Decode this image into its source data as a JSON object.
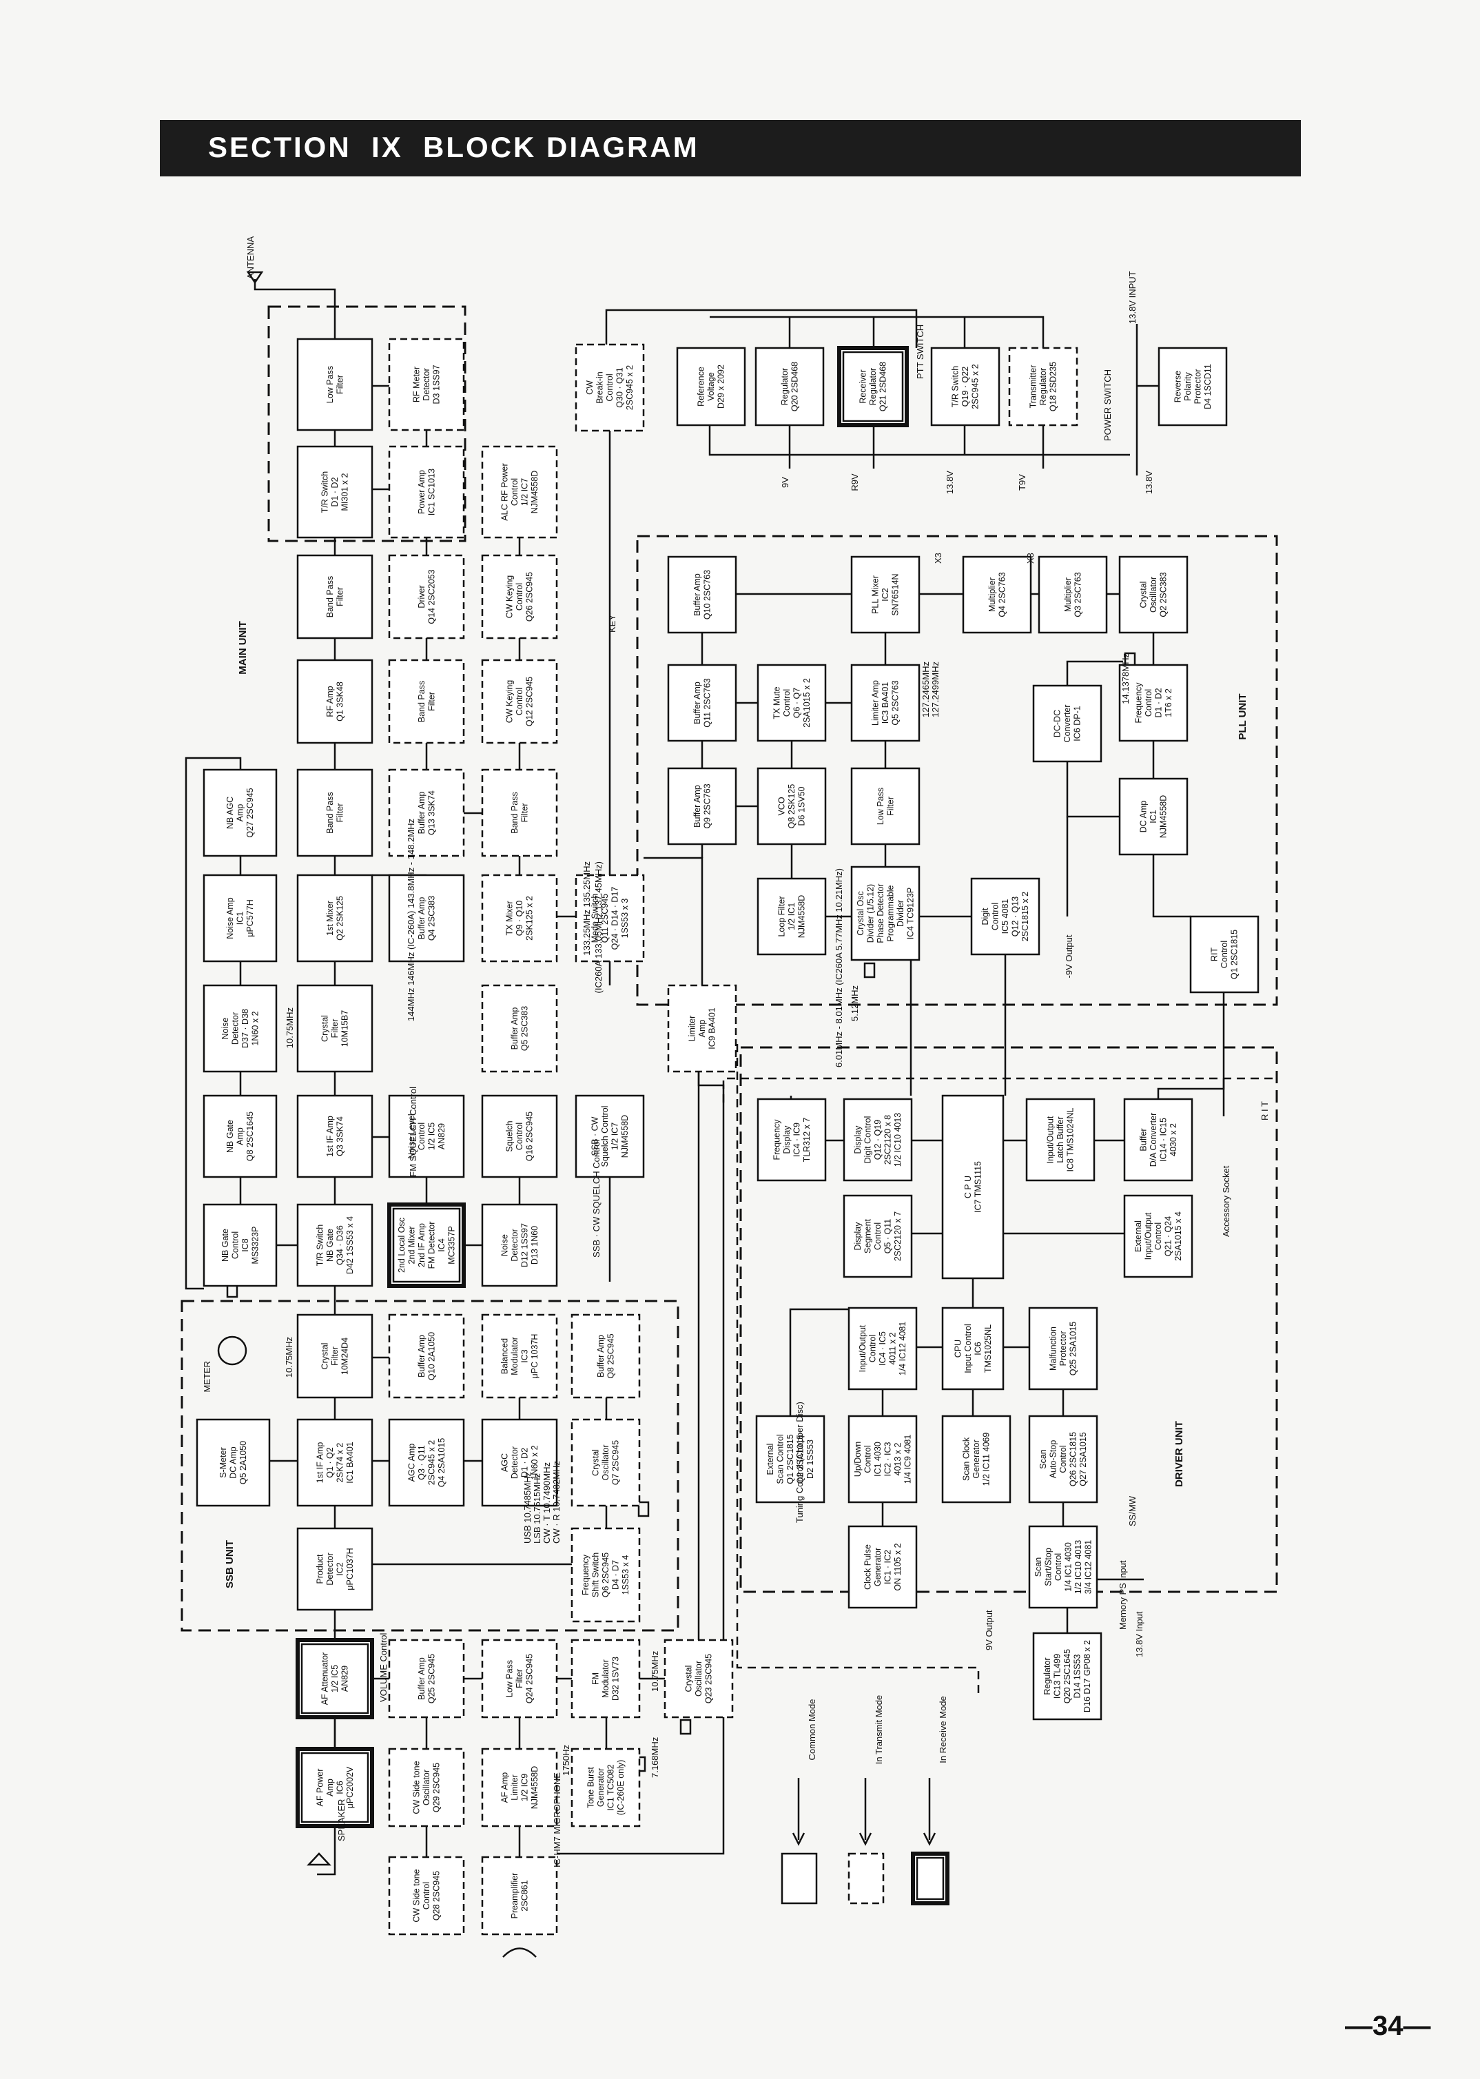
{
  "header": {
    "title": "SECTION  IX  BLOCK DIAGRAM"
  },
  "page_number": "—34—",
  "units": [
    {
      "id": "main",
      "label": "MAIN UNIT"
    },
    {
      "id": "ssb",
      "label": "SSB UNIT"
    },
    {
      "id": "pll",
      "label": "PLL UNIT"
    },
    {
      "id": "driver",
      "label": "DRIVER UNIT"
    }
  ],
  "blocks": [
    {
      "id": "lpf",
      "lines": [
        "Low Pass",
        "Filter"
      ]
    },
    {
      "id": "rfmeter",
      "lines": [
        "RF Meter",
        "Detector",
        "D3 1SS97"
      ]
    },
    {
      "id": "trsw",
      "lines": [
        "T/R Switch",
        "D1 · D2",
        "MI301 x 2"
      ]
    },
    {
      "id": "pwramp",
      "lines": [
        "Power Amp",
        "IC1 SC1013"
      ]
    },
    {
      "id": "alc",
      "lines": [
        "ALC RF Power",
        "Control",
        "1/2 IC7",
        "NJM4558D"
      ]
    },
    {
      "id": "cwbreak",
      "lines": [
        "CW",
        "Break-in",
        "Control",
        "Q30 · Q31",
        "2SC945 x 2"
      ]
    },
    {
      "id": "refv",
      "lines": [
        "Reference",
        "Voltage",
        "D29 x 2092"
      ]
    },
    {
      "id": "reg9",
      "lines": [
        "Regulator",
        "Q20 2SD468"
      ]
    },
    {
      "id": "rxreg",
      "lines": [
        "Receiver",
        "Regulator",
        "Q21 2SD468"
      ]
    },
    {
      "id": "trsw2",
      "lines": [
        "T/R Switch",
        "Q19 · Q22",
        "2SC945 x 2"
      ]
    },
    {
      "id": "txreg",
      "lines": [
        "Transmitter",
        "Regulator",
        "Q18 2SD235"
      ]
    },
    {
      "id": "revpol",
      "lines": [
        "Reverse",
        "Polarity",
        "Protector",
        "D4 1SCD11"
      ]
    },
    {
      "id": "bpf1",
      "lines": [
        "Band Pass",
        "Filter"
      ]
    },
    {
      "id": "driver",
      "lines": [
        "Driver",
        "Q14 2SC2053"
      ]
    },
    {
      "id": "cwkey1",
      "lines": [
        "CW Keying",
        "Control",
        "Q26 2SC945"
      ]
    },
    {
      "id": "rfamp",
      "lines": [
        "RF Amp",
        "Q1 3SK48"
      ]
    },
    {
      "id": "bpf2",
      "lines": [
        "Band Pass",
        "Filter"
      ]
    },
    {
      "id": "cwkey2",
      "lines": [
        "CW Keying",
        "Control",
        "Q12 2SC945"
      ]
    },
    {
      "id": "nbagc",
      "lines": [
        "NB AGC",
        "Amp",
        "Q27 2SC945"
      ]
    },
    {
      "id": "bpf3",
      "lines": [
        "Band Pass",
        "Filter"
      ]
    },
    {
      "id": "bufamp13",
      "lines": [
        "Buffer Amp",
        "Q13 3SK74"
      ]
    },
    {
      "id": "bpf4",
      "lines": [
        "Band Pass",
        "Filter"
      ]
    },
    {
      "id": "noiseamp",
      "lines": [
        "Noise Amp",
        "IC1",
        "μPC577H"
      ]
    },
    {
      "id": "mixer1",
      "lines": [
        "1st Mixer",
        "Q2 2SK125"
      ]
    },
    {
      "id": "bufamp4",
      "lines": [
        "Buffer Amp",
        "Q4 2SC383"
      ]
    },
    {
      "id": "txmixer",
      "lines": [
        "TX Mixer",
        "Q9 · Q10",
        "2SK125 x 2"
      ]
    },
    {
      "id": "modesw",
      "lines": [
        "Mode Switch",
        "Q11 2SC945",
        "Q24 · D14 · D17",
        "1SS53 x 3"
      ]
    },
    {
      "id": "noisedet",
      "lines": [
        "Noise",
        "Detector",
        "D37 · D38",
        "1N60 x 2"
      ]
    },
    {
      "id": "xtal1",
      "lines": [
        "Crystal",
        "Filter",
        "10M15B7"
      ]
    },
    {
      "id": "bufamp5",
      "lines": [
        "Buffer Amp",
        "Q5 2SC383"
      ]
    },
    {
      "id": "limamp9",
      "lines": [
        "Limiter",
        "Amp",
        "IC9 BA401"
      ]
    },
    {
      "id": "nbgateamp",
      "lines": [
        "NB Gate",
        "Amp",
        "Q8 2SC1645"
      ]
    },
    {
      "id": "if1",
      "lines": [
        "1st IF Amp",
        "Q3 3SK74"
      ]
    },
    {
      "id": "noiselvl",
      "lines": [
        "Noise Level",
        "Control",
        "1/2 IC5",
        "AN829"
      ]
    },
    {
      "id": "squelch",
      "lines": [
        "Squelch",
        "Control",
        "Q16 2SC945"
      ]
    },
    {
      "id": "ssbcw",
      "lines": [
        "SSB · CW",
        "Squelch Control",
        "1/2 IC7",
        "NJM4558D"
      ]
    },
    {
      "id": "nbgatectl",
      "lines": [
        "NB Gate",
        "Control",
        "IC8",
        "MS3323P"
      ]
    },
    {
      "id": "trswnb",
      "lines": [
        "T/R Switch",
        "NB Gate",
        "Q34 · D36",
        "D42 1SS53 x 4"
      ]
    },
    {
      "id": "lo2",
      "lines": [
        "2nd Local Osc",
        "2nd Mixer",
        "2nd IF Amp",
        "FM Detector",
        "IC4",
        "MC3357P"
      ]
    },
    {
      "id": "noisedet2",
      "lines": [
        "Noise",
        "Detector",
        "D12 1SS97",
        "D13 1N60"
      ]
    },
    {
      "id": "xtal2",
      "lines": [
        "Crystal",
        "Filter",
        "10M24D4"
      ]
    },
    {
      "id": "bufamp10",
      "lines": [
        "Buffer Amp",
        "Q10 2A1050"
      ]
    },
    {
      "id": "balmod",
      "lines": [
        "Balanced",
        "Modulator",
        "IC3",
        "μPC 1037H"
      ]
    },
    {
      "id": "bufamp8",
      "lines": [
        "Buffer Amp",
        "Q8 2SC945"
      ]
    },
    {
      "id": "smeter",
      "lines": [
        "S-Meter",
        "DC Amp",
        "Q5 2A1050"
      ]
    },
    {
      "id": "if1ssb",
      "lines": [
        "1st IF Amp",
        "Q1 · Q2",
        "2SK74 x 2",
        "IC1 BA401"
      ]
    },
    {
      "id": "agcamp",
      "lines": [
        "AGC Amp",
        "Q3 · Q11",
        "2SC945 x 2",
        "Q4 2SA1015"
      ]
    },
    {
      "id": "agcdet",
      "lines": [
        "AGC",
        "Detector",
        "D1 · D2",
        "1N60 x 2"
      ]
    },
    {
      "id": "xosc7",
      "lines": [
        "Crystal",
        "Oscillator",
        "Q7 2SC945"
      ]
    },
    {
      "id": "proddet",
      "lines": [
        "Product",
        "Detector",
        "IC2",
        "μPC1037H"
      ]
    },
    {
      "id": "fshift",
      "lines": [
        "Frequency",
        "Shift Switch",
        "Q6 2SC945",
        "D4 · D7",
        "1SS53 x 4"
      ]
    },
    {
      "id": "afatt",
      "lines": [
        "AF Attenuator",
        "1/2 IC5",
        "AN829"
      ]
    },
    {
      "id": "bufamp25",
      "lines": [
        "Buffer Amp",
        "Q25 2SC945"
      ]
    },
    {
      "id": "lpf2",
      "lines": [
        "Low Pass",
        "Filter",
        "Q24 2SC945"
      ]
    },
    {
      "id": "fmmod",
      "lines": [
        "FM",
        "Modulator",
        "D32 1SV73"
      ]
    },
    {
      "id": "xosc23",
      "lines": [
        "Crystal",
        "Oscillator",
        "Q23 2SC945"
      ]
    },
    {
      "id": "afpwr",
      "lines": [
        "AF Power",
        "Amp",
        "IC6",
        "μPC2002V"
      ]
    },
    {
      "id": "cwside",
      "lines": [
        "CW Side tone",
        "Oscillator",
        "Q29 2SC945"
      ]
    },
    {
      "id": "aflim",
      "lines": [
        "AF Amp",
        "Limiter",
        "1/2 IC9",
        "NJM4558D"
      ]
    },
    {
      "id": "toneburst",
      "lines": [
        "Tone Burst",
        "Generator",
        "IC1 TC5082",
        "(IC-260E only)"
      ]
    },
    {
      "id": "cwsidectl",
      "lines": [
        "CW Side tone",
        "Control",
        "Q28 2SC945"
      ]
    },
    {
      "id": "preamp",
      "lines": [
        "Preamplifier",
        "2SC861"
      ]
    },
    {
      "id": "bufamp10p",
      "lines": [
        "Buffer Amp",
        "Q10 2SC763"
      ]
    },
    {
      "id": "pllmixer",
      "lines": [
        "PLL Mixer",
        "IC2",
        "SN76514N"
      ]
    },
    {
      "id": "mult4",
      "lines": [
        "Multiplier",
        "Q4 2SC763"
      ]
    },
    {
      "id": "mult3",
      "lines": [
        "Multiplier",
        "Q3 2SC763"
      ]
    },
    {
      "id": "xosc2",
      "lines": [
        "Crystal",
        "Oscillator",
        "Q2 2SC383"
      ]
    },
    {
      "id": "bufamp11",
      "lines": [
        "Buffer Amp",
        "Q11 2SC763"
      ]
    },
    {
      "id": "txmute",
      "lines": [
        "TX Mute",
        "Control",
        "Q6 · Q7",
        "2SA1015 x 2"
      ]
    },
    {
      "id": "limamp3",
      "lines": [
        "Limiter Amp",
        "IC3 BA401",
        "Q5 2SC763"
      ]
    },
    {
      "id": "dcconv",
      "lines": [
        "DC-DC",
        "Converter",
        "IC6 DP-1"
      ]
    },
    {
      "id": "freqctl",
      "lines": [
        "Frequency",
        "Control",
        "D1 · D2",
        "1T6 x 2"
      ]
    },
    {
      "id": "bufamp9",
      "lines": [
        "Buffer Amp",
        "Q9 2SC763"
      ]
    },
    {
      "id": "vco",
      "lines": [
        "VCO",
        "Q8 2SK125",
        "D6 1SV50"
      ]
    },
    {
      "id": "lpf3",
      "lines": [
        "Low Pass",
        "Filter"
      ]
    },
    {
      "id": "dcamp",
      "lines": [
        "DC Amp",
        "IC1",
        "NJM4558D"
      ]
    },
    {
      "id": "loopfilt",
      "lines": [
        "Loop Filter",
        "1/2 IC1",
        "NJM4558D"
      ]
    },
    {
      "id": "xoscdiv",
      "lines": [
        "Crystal Osc",
        "Divider (1/5.12)",
        "Phase Detector",
        "Programmable",
        "Divider",
        "IC4 TC9123P"
      ]
    },
    {
      "id": "digctl",
      "lines": [
        "Digit",
        "Control",
        "IC5 4081",
        "Q12 · Q13",
        "2SC1815 x 2"
      ]
    },
    {
      "id": "ritctl",
      "lines": [
        "RIT",
        "Control",
        "Q1 2SC1815"
      ]
    },
    {
      "id": "freqdisp",
      "lines": [
        "Frequency",
        "Display",
        "IC4 · IC9",
        "TLR312 x 7"
      ]
    },
    {
      "id": "dispdig",
      "lines": [
        "Display",
        "Digit Control",
        "Q12 · Q19",
        "2SC2120 x 8",
        "1/2 IC10 4013"
      ]
    },
    {
      "id": "cpu",
      "lines": [
        "C P U",
        "IC7 TMS1115"
      ]
    },
    {
      "id": "iolatch",
      "lines": [
        "Input/Output",
        "Latch Buffer",
        "IC8 TMS1024NL"
      ]
    },
    {
      "id": "dabuf",
      "lines": [
        "Buffer",
        "D/A Converter",
        "IC14 · IC15",
        "4030 x 2"
      ]
    },
    {
      "id": "dispseg",
      "lines": [
        "Display",
        "Segment",
        "Control",
        "Q5 · Q11",
        "2SC2120 x 7"
      ]
    },
    {
      "id": "extio",
      "lines": [
        "External",
        "Input/Output",
        "Control",
        "Q21 · Q24",
        "2SA1015 x 4"
      ]
    },
    {
      "id": "ioctl",
      "lines": [
        "Input/Output",
        "Control",
        "IC4 · IC5",
        "4011 x 2",
        "1/4 IC12 4081"
      ]
    },
    {
      "id": "cpu2",
      "lines": [
        "CPU",
        "Input Control",
        "IC6",
        "TMS1025NL"
      ]
    },
    {
      "id": "malf",
      "lines": [
        "Malfunction",
        "Protector",
        "Q25 2SA1015"
      ]
    },
    {
      "id": "extscan",
      "lines": [
        "External",
        "Scan Control",
        "Q1 2SC1815",
        "Q2 2SA1015",
        "D2 1SS53"
      ]
    },
    {
      "id": "updown",
      "lines": [
        "Up/Down",
        "Control",
        "IC1 4030",
        "IC2 · IC3",
        "4013 x 2",
        "1/4 IC9 4081"
      ]
    },
    {
      "id": "scanclk",
      "lines": [
        "Scan Clock",
        "Generator",
        "1/2 IC11 4069"
      ]
    },
    {
      "id": "scanauto",
      "lines": [
        "Scan",
        "Auto-Stop",
        "Control",
        "Q26 2SC1815",
        "Q27 2SA1015"
      ]
    },
    {
      "id": "clkpulse",
      "lines": [
        "Clock Pulse",
        "Generator",
        "IC1 · IC2",
        "ON 1105 x 2"
      ]
    },
    {
      "id": "scanss",
      "lines": [
        "Scan",
        "Start/Stop",
        "Control",
        "1/4 IC1 4030",
        "1/2 IC10 4013",
        "3/4 IC12 4081"
      ]
    },
    {
      "id": "reg5",
      "lines": [
        "Regulator",
        "IC13 TL499",
        "Q20 2SC1645",
        "D14 1SS53",
        "D16 D17 GP08 x 2"
      ]
    }
  ],
  "labels": [
    {
      "id": "antenna",
      "text": "ANTENNA"
    },
    {
      "id": "in138",
      "text": "13.8V INPUT"
    },
    {
      "id": "pwrsw",
      "text": "POWER SWITCH"
    },
    {
      "id": "v9",
      "text": "9V"
    },
    {
      "id": "r9v",
      "text": "R9V"
    },
    {
      "id": "v138a",
      "text": "13.8V"
    },
    {
      "id": "t9v",
      "text": "T9V"
    },
    {
      "id": "v138b",
      "text": "13.8V"
    },
    {
      "id": "pttsw",
      "text": "PTT SWITCH"
    },
    {
      "id": "key",
      "text": "KEY"
    },
    {
      "id": "x3a",
      "text": "X3"
    },
    {
      "id": "x3b",
      "text": "X3"
    },
    {
      "id": "f14",
      "text": "14.1378MHz"
    },
    {
      "id": "f127a",
      "text": "127.2465MHz"
    },
    {
      "id": "f127b",
      "text": "127.2499MHz"
    },
    {
      "id": "f144",
      "text": "144MHz    146MHz (IC-260A)  143.8MHz - 148.2MHz"
    },
    {
      "id": "f133",
      "text": "133.25MHz    135.25MHz"
    },
    {
      "id": "f133b",
      "text": "(IC260A   133.05MHz    137.45MHz)"
    },
    {
      "id": "f601",
      "text": "6.01MHz - 8.01MHz (IC260A   5.77MHz    10.21MHz)"
    },
    {
      "id": "f512",
      "text": "5.12MHz"
    },
    {
      "id": "v9out",
      "text": "-9V Output"
    },
    {
      "id": "rit",
      "text": "R I T"
    },
    {
      "id": "f1075a",
      "text": "10.75MHz"
    },
    {
      "id": "fmsq",
      "text": "FM SQUELCH Control"
    },
    {
      "id": "ssbsq",
      "text": "SSB · CW SQUELCH Control"
    },
    {
      "id": "f1075b",
      "text": "10.75MHz"
    },
    {
      "id": "meter",
      "text": "METER"
    },
    {
      "id": "accsock",
      "text": "Accessory Socket"
    },
    {
      "id": "tuning",
      "text": "Tuning Control (Chopper Disc)"
    },
    {
      "id": "ssbmw",
      "text": "SS/MW"
    },
    {
      "id": "v9out2",
      "text": "9V Output"
    },
    {
      "id": "memps",
      "text": "Memory PS Input"
    },
    {
      "id": "v138in",
      "text": "13.8V Input"
    },
    {
      "id": "usb",
      "text": "USB   10.7485MHz"
    },
    {
      "id": "lsb",
      "text": "LSB   10.7515MHz"
    },
    {
      "id": "cwt",
      "text": "CW · T   10.7490MHz"
    },
    {
      "id": "cwr",
      "text": "CW · R   10.7482MHz"
    },
    {
      "id": "volume",
      "text": "VOLUME Control"
    },
    {
      "id": "f1075c",
      "text": "10.75MHz"
    },
    {
      "id": "f1750",
      "text": "1750Hz"
    },
    {
      "id": "f7168",
      "text": "7.168MHz"
    },
    {
      "id": "speaker",
      "text": "SPEAKER"
    },
    {
      "id": "mic",
      "text": "IC-HM7 MICROPHONE"
    }
  ],
  "legend": [
    {
      "id": "common",
      "label": "Common Mode"
    },
    {
      "id": "transmit",
      "label": "In Transmit Mode"
    },
    {
      "id": "receive",
      "label": "In Receive Mode"
    }
  ]
}
